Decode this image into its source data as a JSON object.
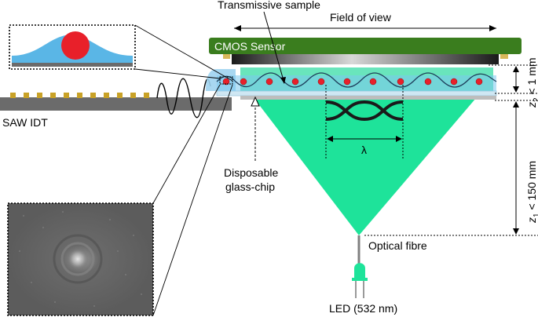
{
  "labels": {
    "transmissive_sample": "Transmissive sample",
    "field_of_view": "Field of view",
    "cmos_sensor": "CMOS Sensor",
    "saw_idt": "SAW IDT",
    "disposable": "Disposable",
    "glass_chip": "glass-chip",
    "lambda": "λ",
    "optical_fibre": "Optical fibre",
    "led": "LED (532 nm)",
    "z2_var": "z",
    "z2_sub": "2",
    "z2_rest": " < 1 mm",
    "z1_var": "z",
    "z1_sub": "1",
    "z1_rest": " < 150 mm"
  },
  "colors": {
    "sensor_green": "#3a7d1e",
    "light_green": "#1ee39a",
    "liquid_blue": "#5ab6e6",
    "particle_red": "#e8202a",
    "substrate_grey": "#6b6b6b",
    "electrode_gold": "#c9a227"
  }
}
